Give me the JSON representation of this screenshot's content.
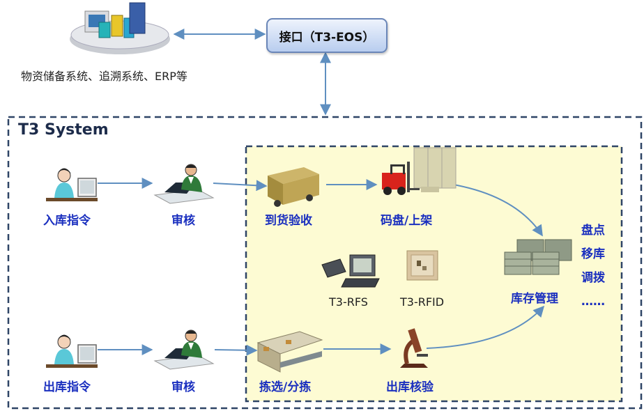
{
  "interface": {
    "label": "接口（T3-EOS）"
  },
  "external": {
    "label": "物资储备系统、追溯系统、ERP等"
  },
  "system": {
    "title": "T3 System"
  },
  "inbound": {
    "order_label": "入库指令",
    "review_label": "审核",
    "receive_label": "到货验收",
    "shelve_label": "码盘/上架"
  },
  "outbound": {
    "order_label": "出库指令",
    "review_label": "审核",
    "pick_label": "拣选/分拣",
    "check_label": "出库核验"
  },
  "devices": {
    "rfs_label": "T3-RFS",
    "rfid_label": "T3-RFID"
  },
  "inventory": {
    "label": "库存管理",
    "functions": [
      "盘点",
      "移库",
      "调拨",
      "……"
    ]
  },
  "colors": {
    "frame_border": "#2e4466",
    "inner_fill": "#fdfbd3",
    "label_blue": "#1a2fbf",
    "arrow": "#5f8fc0"
  },
  "icons": [
    "database-icon",
    "operator-icon",
    "reviewer-icon",
    "truck-icon",
    "forklift-icon",
    "warehouse-icon",
    "terminal-icon",
    "rfid-tag-icon",
    "conveyor-icon",
    "microscope-icon"
  ]
}
